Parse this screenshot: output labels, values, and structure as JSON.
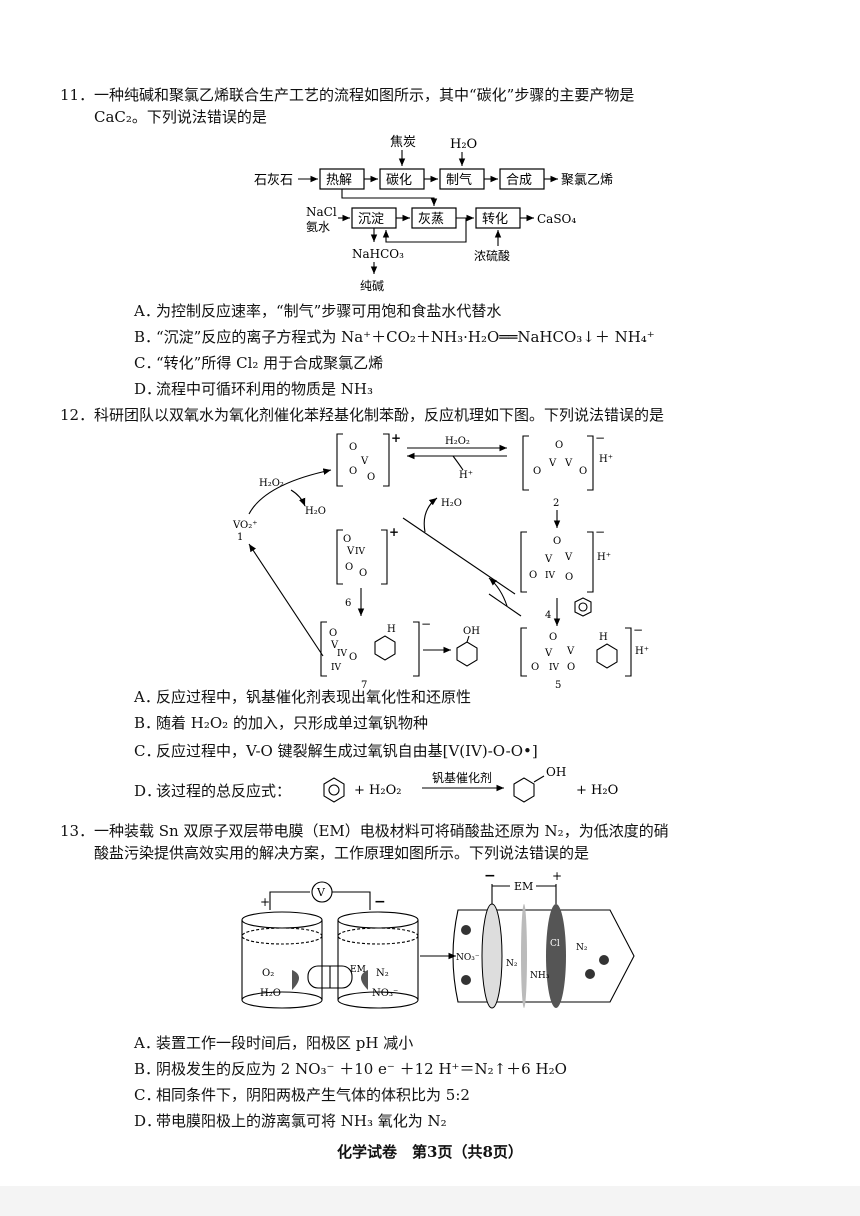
{
  "q11": {
    "num": "11．",
    "stem_line1": "一种纯碱和聚氯乙烯联合生产工艺的流程如图所示，其中“碳化”步骤的主要产物是",
    "stem_line2": "CaC₂。下列说法错误的是",
    "flow": {
      "input_left": "石灰石",
      "boxes": [
        "热解",
        "碳化",
        "制气",
        "合成",
        "沉淀",
        "灰蒸",
        "转化"
      ],
      "top_input_coke": "焦炭",
      "top_input_water": "H₂O",
      "output_right": "聚氯乙烯",
      "input_nacl": "NaCl",
      "input_ammonia": "氨水",
      "output_caso4": "CaSO₄",
      "output_nahco3": "NaHCO₃",
      "output_soda": "纯碱",
      "input_acid": "浓硫酸"
    },
    "options": [
      {
        "label": "A．",
        "text": "为控制反应速率，“制气”步骤可用饱和食盐水代替水"
      },
      {
        "label": "B．",
        "text": "“沉淀”反应的离子方程式为 Na⁺＋CO₂＋NH₃·H₂O══NaHCO₃↓＋ NH₄⁺"
      },
      {
        "label": "C．",
        "text": "“转化”所得 Cl₂ 用于合成聚氯乙烯"
      },
      {
        "label": "D．",
        "text": "流程中可循环利用的物质是 NH₃"
      }
    ]
  },
  "q12": {
    "num": "12．",
    "stem": "科研团队以双氧水为氧化剂催化苯羟基化制苯酚，反应机理如下图。下列说法错误的是",
    "diagram": {
      "h2o2_top": "H₂O₂",
      "h_plus_top": "H⁺",
      "h2o2_left": "H₂O₂",
      "h2o_left": "H₂O",
      "species1": "VO₂⁺",
      "species1_num": "1",
      "h2o_mid": "H₂O",
      "num2": "2",
      "num4": "4",
      "num5": "5",
      "num6": "6",
      "num7": "7",
      "oh": "OH",
      "h_plus_2": "H⁺",
      "h_plus_5": "H⁺",
      "h_plus_3": "H⁺"
    },
    "options": [
      {
        "label": "A．",
        "text": "反应过程中，钒基催化剂表现出氧化性和还原性"
      },
      {
        "label": "B．",
        "text": "随着 H₂O₂ 的加入，只形成单过氧钒物种"
      },
      {
        "label": "C．",
        "text": "反应过程中，V-O 键裂解生成过氧钒自由基[V(IV)-O-O•]"
      },
      {
        "label": "D．",
        "text": "该过程的总反应式："
      }
    ],
    "eq": {
      "plus_h2o2": "+ H₂O₂",
      "catalyst": "钒基催化剂",
      "oh": "OH",
      "plus_h2o": "+ H₂O"
    }
  },
  "q13": {
    "num": "13．",
    "stem_line1": "一种装载 Sn 双原子双层带电膜（EM）电极材料可将硝酸盐还原为 N₂，为低浓度的硝",
    "stem_line2": "酸盐污染提供高效实用的解决方案，工作原理如图所示。下列说法错误的是",
    "diagram": {
      "plus": "+",
      "minus": "−",
      "voltmeter": "V",
      "o2": "O₂",
      "h2o": "H₂O",
      "em": "EM",
      "n2": "N₂",
      "no3": "NO₃⁻",
      "em_label": "EM",
      "minus2": "−",
      "plus2": "+",
      "no3_2": "NO₃⁻",
      "n2_2": "N₂",
      "nh3": "NH₃",
      "cl": "Cl",
      "n2_3": "N₂"
    },
    "options": [
      {
        "label": "A．",
        "text": "装置工作一段时间后，阳极区 pH 减小"
      },
      {
        "label": "B．",
        "text": "阴极发生的反应为 2 NO₃⁻ ＋10 e⁻ ＋12 H⁺＝N₂↑＋6 H₂O"
      },
      {
        "label": "C．",
        "text": "相同条件下，阴阳两极产生气体的体积比为 5:2"
      },
      {
        "label": "D．",
        "text": "带电膜阳极上的游离氯可将 NH₃ 氧化为 N₂"
      }
    ]
  },
  "footer": "化学试卷　第3页（共8页）"
}
